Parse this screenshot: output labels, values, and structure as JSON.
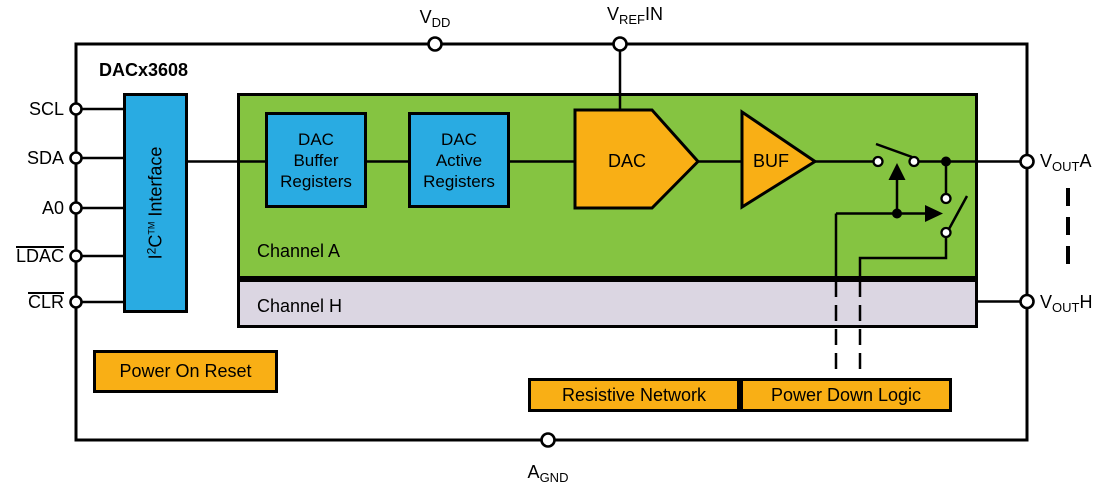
{
  "title": "DACx3608",
  "colors": {
    "block-blue": "#29ABE2",
    "channel-green": "#85C441",
    "channel-lavender": "#DBD6E2",
    "block-orange": "#F9AF15",
    "wire-black": "#000000"
  },
  "pins": {
    "left": [
      {
        "label": "SCL",
        "overline": false
      },
      {
        "label": "SDA",
        "overline": false
      },
      {
        "label": "A0",
        "overline": false
      },
      {
        "label": "LDAC",
        "overline": true
      },
      {
        "label": "CLR",
        "overline": true
      }
    ],
    "vdd": {
      "base": "V",
      "sub": "DD",
      "suffix": ""
    },
    "vrefin": {
      "base": "V",
      "sub": "REF",
      "suffix": "IN"
    },
    "vouta": {
      "base": "V",
      "sub": "OUT",
      "suffix": "A"
    },
    "vouth": {
      "base": "V",
      "sub": "OUT",
      "suffix": "H"
    },
    "agnd": {
      "base": "A",
      "sub": "GND",
      "suffix": ""
    }
  },
  "blocks": {
    "i2c": {
      "p1": "I",
      "sup1": "2",
      "p2": "C",
      "sup2": "TM",
      "p3": " Interface"
    },
    "dac_buffer_registers": "DAC\nBuffer\nRegisters",
    "dac_active_registers": "DAC\nActive\nRegisters",
    "dac": "DAC",
    "buf": "BUF",
    "channel_a": "Channel A",
    "channel_h": "Channel H",
    "power_on_reset": "Power On Reset",
    "resistive_network": "Resistive Network",
    "power_down_logic": "Power Down Logic"
  }
}
